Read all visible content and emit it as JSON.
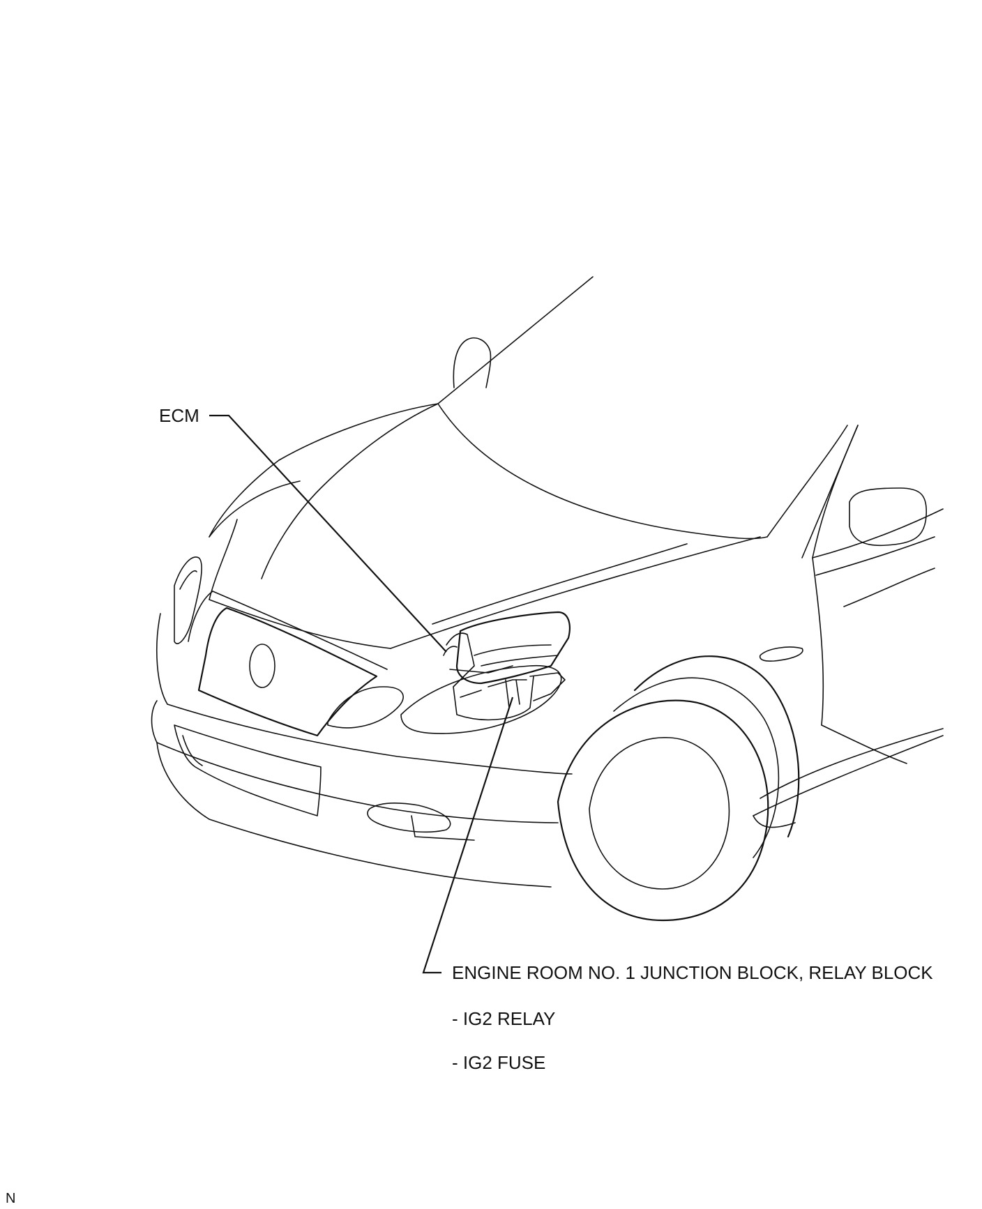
{
  "labels": {
    "ecm": "ECM",
    "junction_block": "ENGINE ROOM NO. 1 JUNCTION BLOCK, RELAY BLOCK",
    "ig2_relay": "- IG2 RELAY",
    "ig2_fuse": "- IG2 FUSE",
    "corner_mark": "N"
  }
}
